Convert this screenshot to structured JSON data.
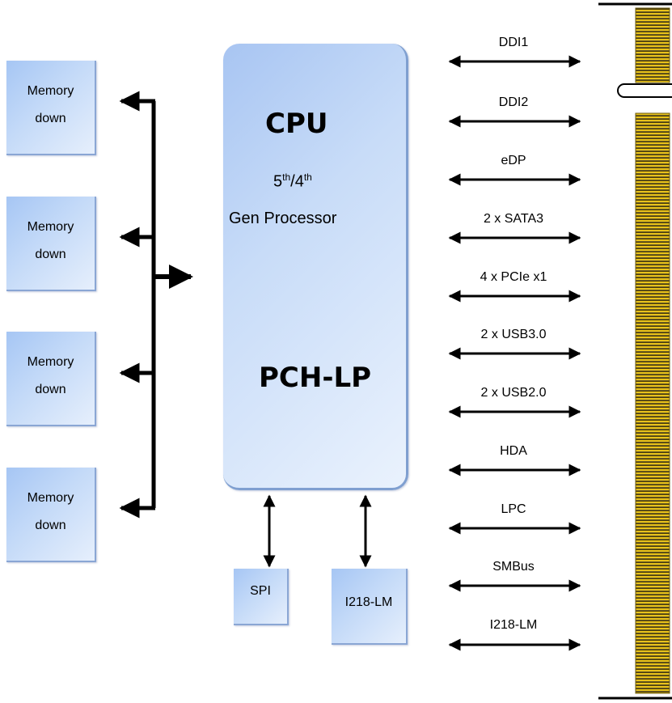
{
  "memory_blocks": [
    {
      "line1": "Memory",
      "line2": "down"
    },
    {
      "line1": "Memory",
      "line2": "down"
    },
    {
      "line1": "Memory",
      "line2": "down"
    },
    {
      "line1": "Memory",
      "line2": "down"
    }
  ],
  "cpu": {
    "title": "CPU",
    "gen_a": "5",
    "gen_a_sup": "th",
    "gen_sep": "/4",
    "gen_b_sup": "th",
    "gen_label": "Gen Processor",
    "pch": "PCH-LP"
  },
  "bottom_blocks": {
    "spi": "SPI",
    "i218": "I218-LM"
  },
  "signals": [
    "DDI1",
    "DDI2",
    "eDP",
    "2 x SATA3",
    "4 x PCIe x1",
    "2 x USB3.0",
    "2 x USB2.0",
    "HDA",
    "LPC",
    "SMBus",
    "I218-LM"
  ],
  "colors": {
    "block_fill": "#c4daf8",
    "block_edge": "#8aa6d4",
    "connector_pins": "#e8c21a",
    "line": "#000000"
  }
}
